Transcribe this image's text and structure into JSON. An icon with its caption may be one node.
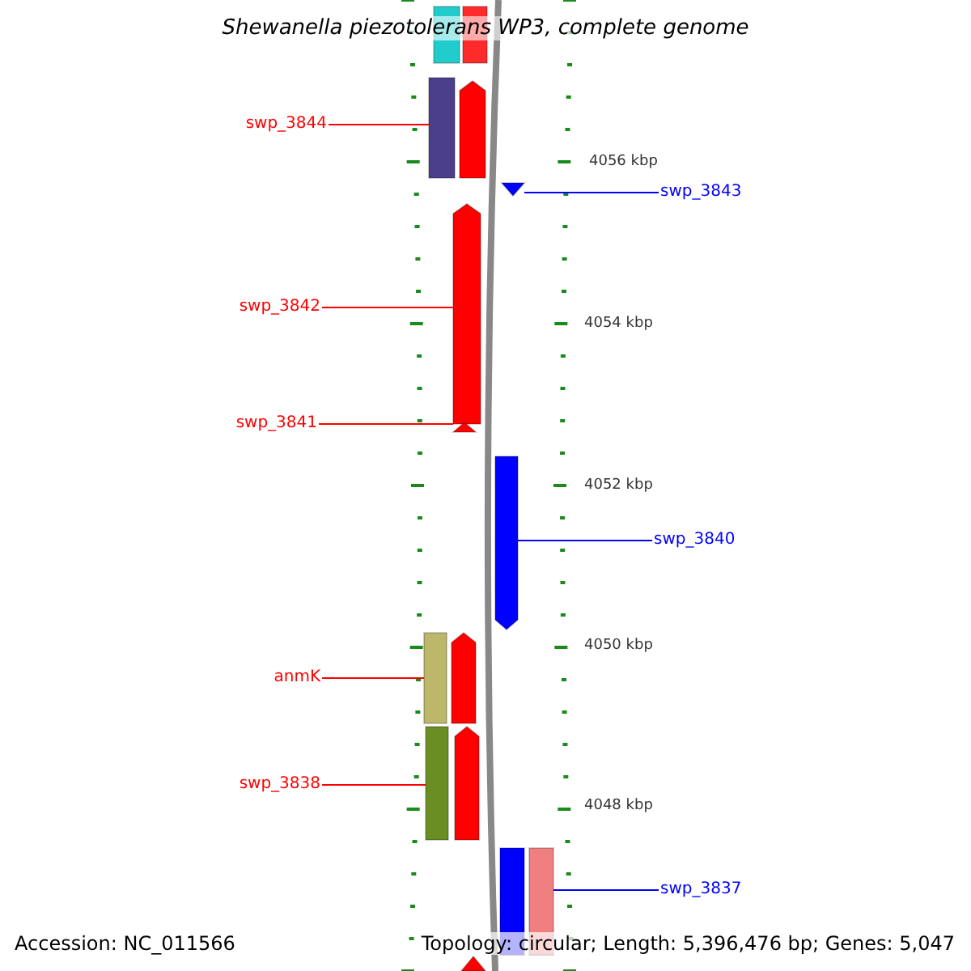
{
  "diagram": {
    "title": "Shewanella piezotolerans WP3, complete genome",
    "nodes": [
      {
        "text": [],
        "shape": "bar"
      },
      {
        "text": [],
        "shape": "bar"
      },
      {
        "text": [],
        "shape": "bar"
      },
      {
        "text": [],
        "shape": "bar"
      },
      {
        "text": [],
        "shape": "triangle"
      },
      {
        "text": [],
        "shape": "bar"
      },
      {
        "text": [],
        "shape": "triangle"
      },
      {
        "text": [],
        "shape": "bar"
      },
      {
        "text": [],
        "shape": "bar"
      },
      {
        "text": [],
        "shape": "bar"
      },
      {
        "text": [],
        "shape": "bar"
      },
      {
        "text": [],
        "shape": "bar"
      },
      {
        "text": [],
        "shape": "bar"
      },
      {
        "text": [],
        "shape": "bar"
      },
      {
        "text": [],
        "shape": "triangle"
      },
      {
        "text": [
          "swp_3844"
        ]
      },
      {
        "text": [
          "swp_3843"
        ]
      },
      {
        "text": [
          "swp_3842"
        ]
      },
      {
        "text": [
          "swp_3841"
        ]
      },
      {
        "text": [
          "swp_3840"
        ]
      },
      {
        "text": [
          "anmK"
        ]
      },
      {
        "text": [
          "swp_3838"
        ]
      },
      {
        "text": [
          "swp_3837"
        ]
      }
    ],
    "edges": [
      {
        "from": 15,
        "to": 2,
        "arrow": "none"
      },
      {
        "from": 16,
        "to": 4,
        "arrow": "none",
        "color": "#0000ff"
      },
      {
        "from": 17,
        "to": 5,
        "arrow": "none"
      },
      {
        "from": 18,
        "to": 6,
        "arrow": "none"
      },
      {
        "from": 19,
        "to": 7,
        "arrow": "none",
        "color": "#0000ff"
      },
      {
        "from": 20,
        "to": 8,
        "arrow": "none"
      },
      {
        "from": 21,
        "to": 10,
        "arrow": "none"
      },
      {
        "from": 22,
        "to": 13,
        "arrow": "none",
        "color": "#0000ff"
      }
    ],
    "labels": [
      "4056 kbp",
      "4054 kbp",
      "4052 kbp",
      "4050 kbp",
      "4048 kbp",
      "Accession: NC_011566",
      "Topology: circular; Length: 5,396,476 bp; Genes: 5,047"
    ]
  }
}
